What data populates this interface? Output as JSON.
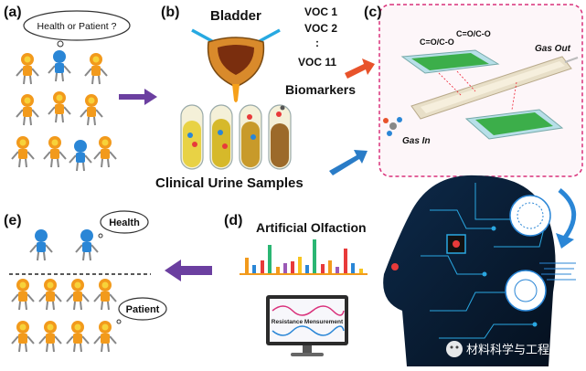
{
  "panels": {
    "a": {
      "label": "(a)",
      "bubble": "Health or Patient ?"
    },
    "b": {
      "label": "(b)",
      "bladder": "Bladder",
      "vocs": [
        "VOC 1",
        "VOC 2",
        ":",
        "VOC 11"
      ],
      "biomarkers": "Biomarkers",
      "samples": "Clinical Urine Samples"
    },
    "c": {
      "label": "(c)",
      "group_left": "C=O/C-O",
      "group_right": "C=O/C-O",
      "gas_out": "Gas Out",
      "gas_in": "Gas In"
    },
    "d": {
      "label": "(d)",
      "title": "Artificial Olfaction",
      "monitor": "Resistance Mensurement"
    },
    "e": {
      "label": "(e)",
      "health": "Health",
      "patient": "Patient"
    }
  },
  "watermark": "材料科学与工程",
  "colors": {
    "patient": "#f29a1c",
    "healthy": "#2a86d6",
    "arrow_purple": "#6b3fa0",
    "arrow_blue": "#2a7cc7",
    "frame_pink": "#d9307a",
    "arrow_red": "#e8532b"
  }
}
